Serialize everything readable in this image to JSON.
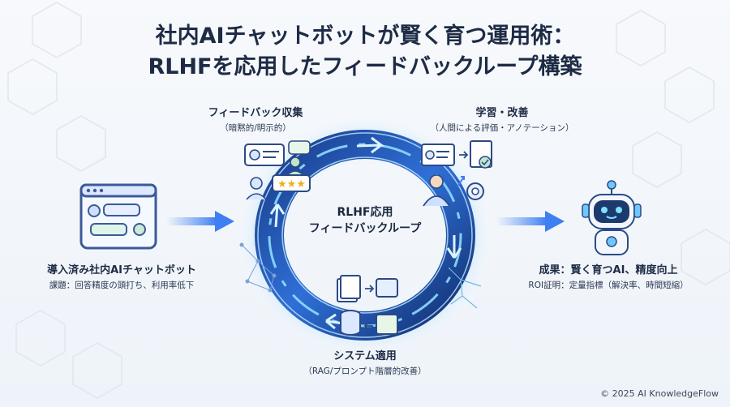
{
  "title": {
    "line1": "社内AIチャットボットが賢く育つ運用術：",
    "line2": "RLHFを応用したフィードバックループ構築"
  },
  "left": {
    "title": "導入済み社内AIチャットボット",
    "subtitle": "課題：回答精度の頭打ち、利用率低下"
  },
  "cycle": {
    "center_line1": "RLHF応用",
    "center_line2": "フィードバックループ",
    "feedback": {
      "title": "フィードバック収集",
      "subtitle": "（暗黙的/明示的）"
    },
    "learning": {
      "title": "学習・改善",
      "subtitle": "（人間による評価・アノテーション）"
    },
    "system": {
      "title": "システム適用",
      "subtitle": "（RAG/プロンプト階層的改善）"
    }
  },
  "right": {
    "title": "成果：賢く育つAI、精度向上",
    "subtitle": "ROI証明：定量指標（解決率、時間短縮）"
  },
  "footer": {
    "copyright": "© 2025 AI KnowledgeFlow"
  },
  "colors": {
    "accent": "#3f7ef0",
    "ring_glow": "#6fc7ff",
    "dark_text": "#1d2b45"
  }
}
